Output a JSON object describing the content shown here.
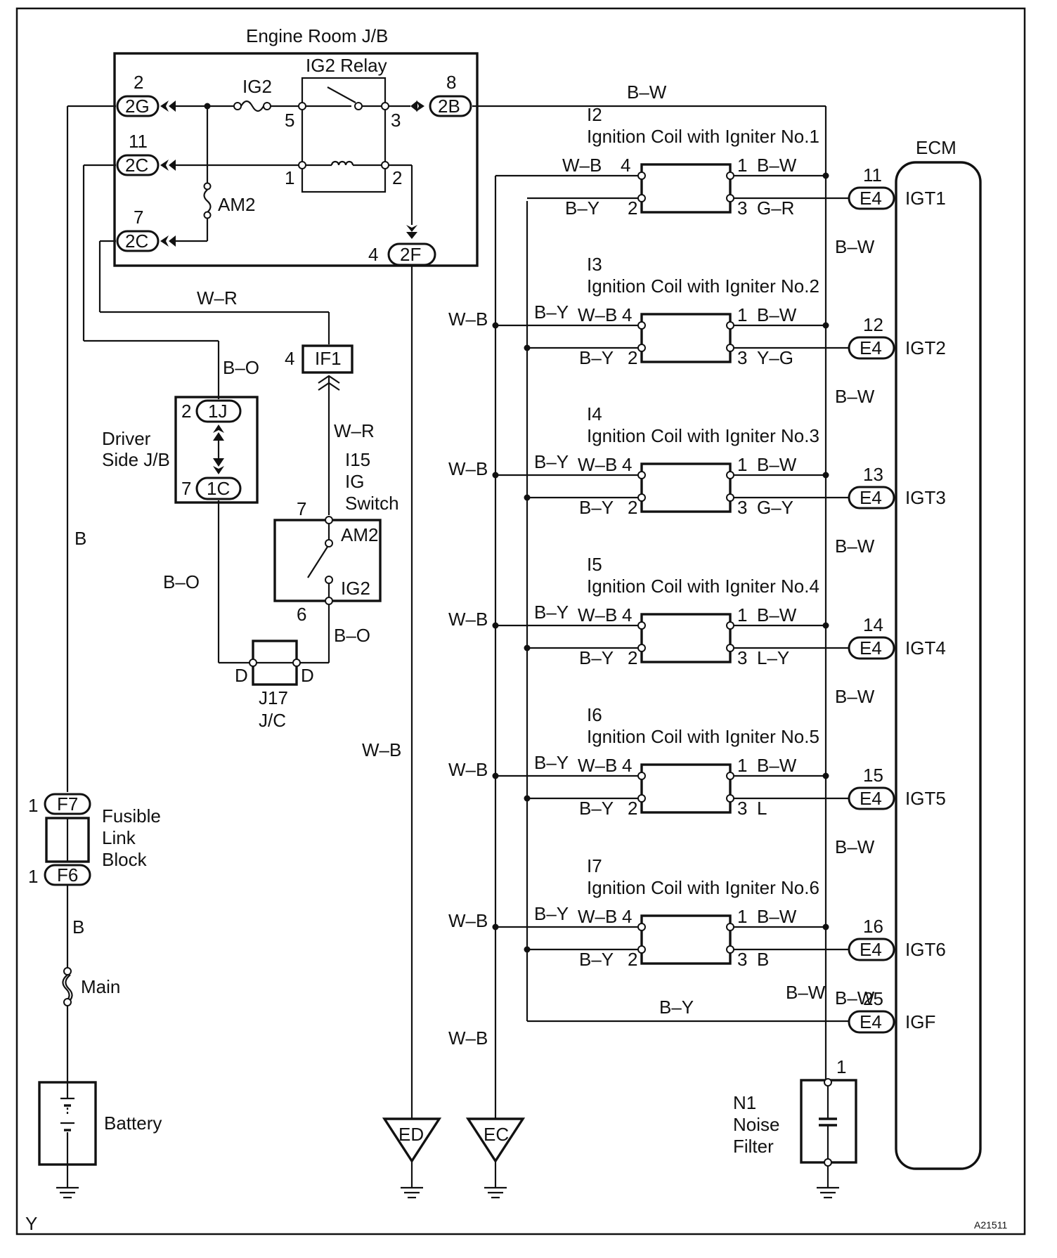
{
  "engine_room_jb": {
    "title": "Engine Room J/B",
    "relay": "IG2 Relay",
    "fuse_ig2": "IG2",
    "fuse_am2": "AM2",
    "c_2g": "2G",
    "p_2g": "2",
    "c_2c_a": "2C",
    "p_2c_a": "11",
    "c_2c_b": "2C",
    "p_2c_b": "7",
    "c_2b": "2B",
    "p_2b": "8",
    "c_2f": "2F",
    "p_2f": "4",
    "relay_p5": "5",
    "relay_p3": "3",
    "relay_p1": "1",
    "relay_p2": "2"
  },
  "wires": {
    "bw_top": "B–W",
    "wr_a": "W–R",
    "wr_b": "W–R",
    "bo_a": "B–O",
    "bo_b": "B–O",
    "bo_c": "B–O",
    "b_a": "B",
    "b_b": "B",
    "wb_ed": "W–B",
    "by_igf": "B–Y",
    "bw_igf": "B–W"
  },
  "ecm": {
    "label": "ECM"
  },
  "igf": {
    "pin": "25",
    "conn": "E4",
    "label": "IGF"
  },
  "coils": [
    {
      "id": "I2",
      "name": "Ignition Coil with Igniter No.1",
      "ecm_pin": "11",
      "conn": "E4",
      "sig": "IGT1",
      "out_color": "G–R",
      "wb": "W–B",
      "by": "B–Y",
      "bw": "B–W",
      "p4": "4",
      "p2": "2",
      "p1": "1",
      "p3": "3",
      "lbl_wb": "",
      "lbl_by": "",
      "lbl_bw": "B–W"
    },
    {
      "id": "I3",
      "name": "Ignition Coil with Igniter No.2",
      "ecm_pin": "12",
      "conn": "E4",
      "sig": "IGT2",
      "out_color": "Y–G",
      "wb": "W–B",
      "by": "B–Y",
      "bw": "B–W",
      "p4": "4",
      "p2": "2",
      "p1": "1",
      "p3": "3",
      "lbl_wb": "W–B",
      "lbl_by": "B–Y",
      "lbl_bw": "B–W"
    },
    {
      "id": "I4",
      "name": "Ignition Coil with Igniter No.3",
      "ecm_pin": "13",
      "conn": "E4",
      "sig": "IGT3",
      "out_color": "G–Y",
      "wb": "W–B",
      "by": "B–Y",
      "bw": "B–W",
      "p4": "4",
      "p2": "2",
      "p1": "1",
      "p3": "3",
      "lbl_wb": "W–B",
      "lbl_by": "B–Y",
      "lbl_bw": "B–W"
    },
    {
      "id": "I5",
      "name": "Ignition Coil with Igniter No.4",
      "ecm_pin": "14",
      "conn": "E4",
      "sig": "IGT4",
      "out_color": "L–Y",
      "wb": "W–B",
      "by": "B–Y",
      "bw": "B–W",
      "p4": "4",
      "p2": "2",
      "p1": "1",
      "p3": "3",
      "lbl_wb": "W–B",
      "lbl_by": "B–Y",
      "lbl_bw": "B–W"
    },
    {
      "id": "I6",
      "name": "Ignition Coil with Igniter No.5",
      "ecm_pin": "15",
      "conn": "E4",
      "sig": "IGT5",
      "out_color": "L",
      "wb": "W–B",
      "by": "B–Y",
      "bw": "B–W",
      "p4": "4",
      "p2": "2",
      "p1": "1",
      "p3": "3",
      "lbl_wb": "W–B",
      "lbl_by": "B–Y",
      "lbl_bw": "B–W"
    },
    {
      "id": "I7",
      "name": "Ignition Coil with Igniter No.6",
      "ecm_pin": "16",
      "conn": "E4",
      "sig": "IGT6",
      "out_color": "B",
      "wb": "W–B",
      "by": "B–Y",
      "bw": "B–W",
      "p4": "4",
      "p2": "2",
      "p1": "1",
      "p3": "3",
      "lbl_wb": "W–B",
      "lbl_by": "B–Y",
      "lbl_bw": "B–W"
    }
  ],
  "lower_wb": "W–B",
  "driver_jb": {
    "line1": "Driver",
    "line2": "Side J/B",
    "c_1j": "1J",
    "p_1j": "2",
    "c_1c": "1C",
    "p_1c": "7"
  },
  "ig_switch": {
    "id": "I15",
    "line1": "IG",
    "line2": "Switch",
    "am2": "AM2",
    "ig2": "IG2",
    "p7": "7",
    "p6": "6"
  },
  "if1": {
    "conn": "IF1",
    "pin": "4"
  },
  "jc": {
    "id": "J17",
    "name": "J/C",
    "pd1": "D",
    "pd2": "D"
  },
  "fusible": {
    "f7": "F7",
    "f6": "F6",
    "p_f7": "1",
    "p_f6": "1",
    "line1": "Fusible",
    "line2": "Link",
    "line3": "Block"
  },
  "main_fuse": "Main",
  "battery": "Battery",
  "grounds": {
    "ed": "ED",
    "ec": "EC"
  },
  "noise_filter": {
    "id": "N1",
    "line1": "Noise",
    "line2": "Filter",
    "pin": "1"
  },
  "corner_left": "Y",
  "corner_right": "A21511"
}
